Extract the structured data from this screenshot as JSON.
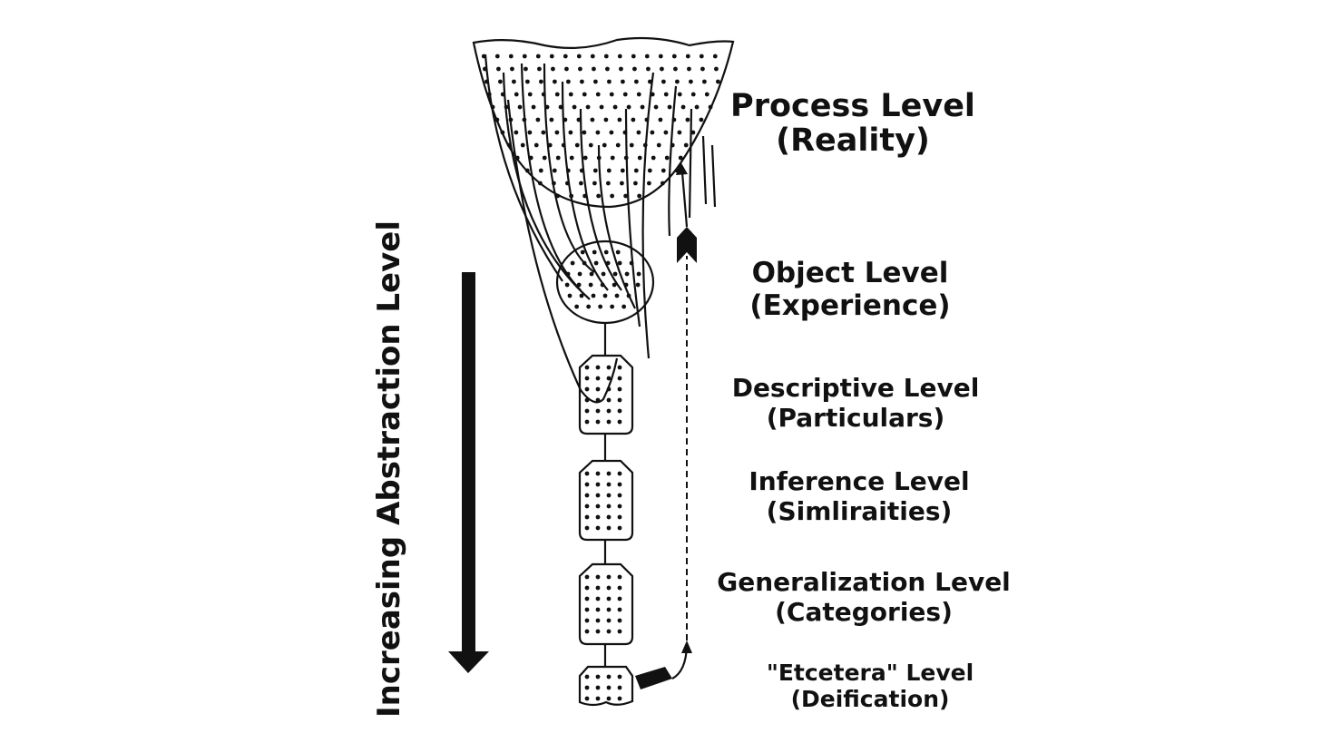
{
  "side_label": "Increasing Abstraction Level",
  "levels": [
    {
      "name": "Process Level",
      "sub": "(Reality)"
    },
    {
      "name": "Object Level",
      "sub": "(Experience)"
    },
    {
      "name": "Descriptive Level",
      "sub": "(Particulars)"
    },
    {
      "name": "Inference Level",
      "sub": "(Simliraities)"
    },
    {
      "name": "Generalization Level",
      "sub": "(Categories)"
    },
    {
      "name": "\"Etcetera\" Level",
      "sub": "(Deification)"
    }
  ]
}
